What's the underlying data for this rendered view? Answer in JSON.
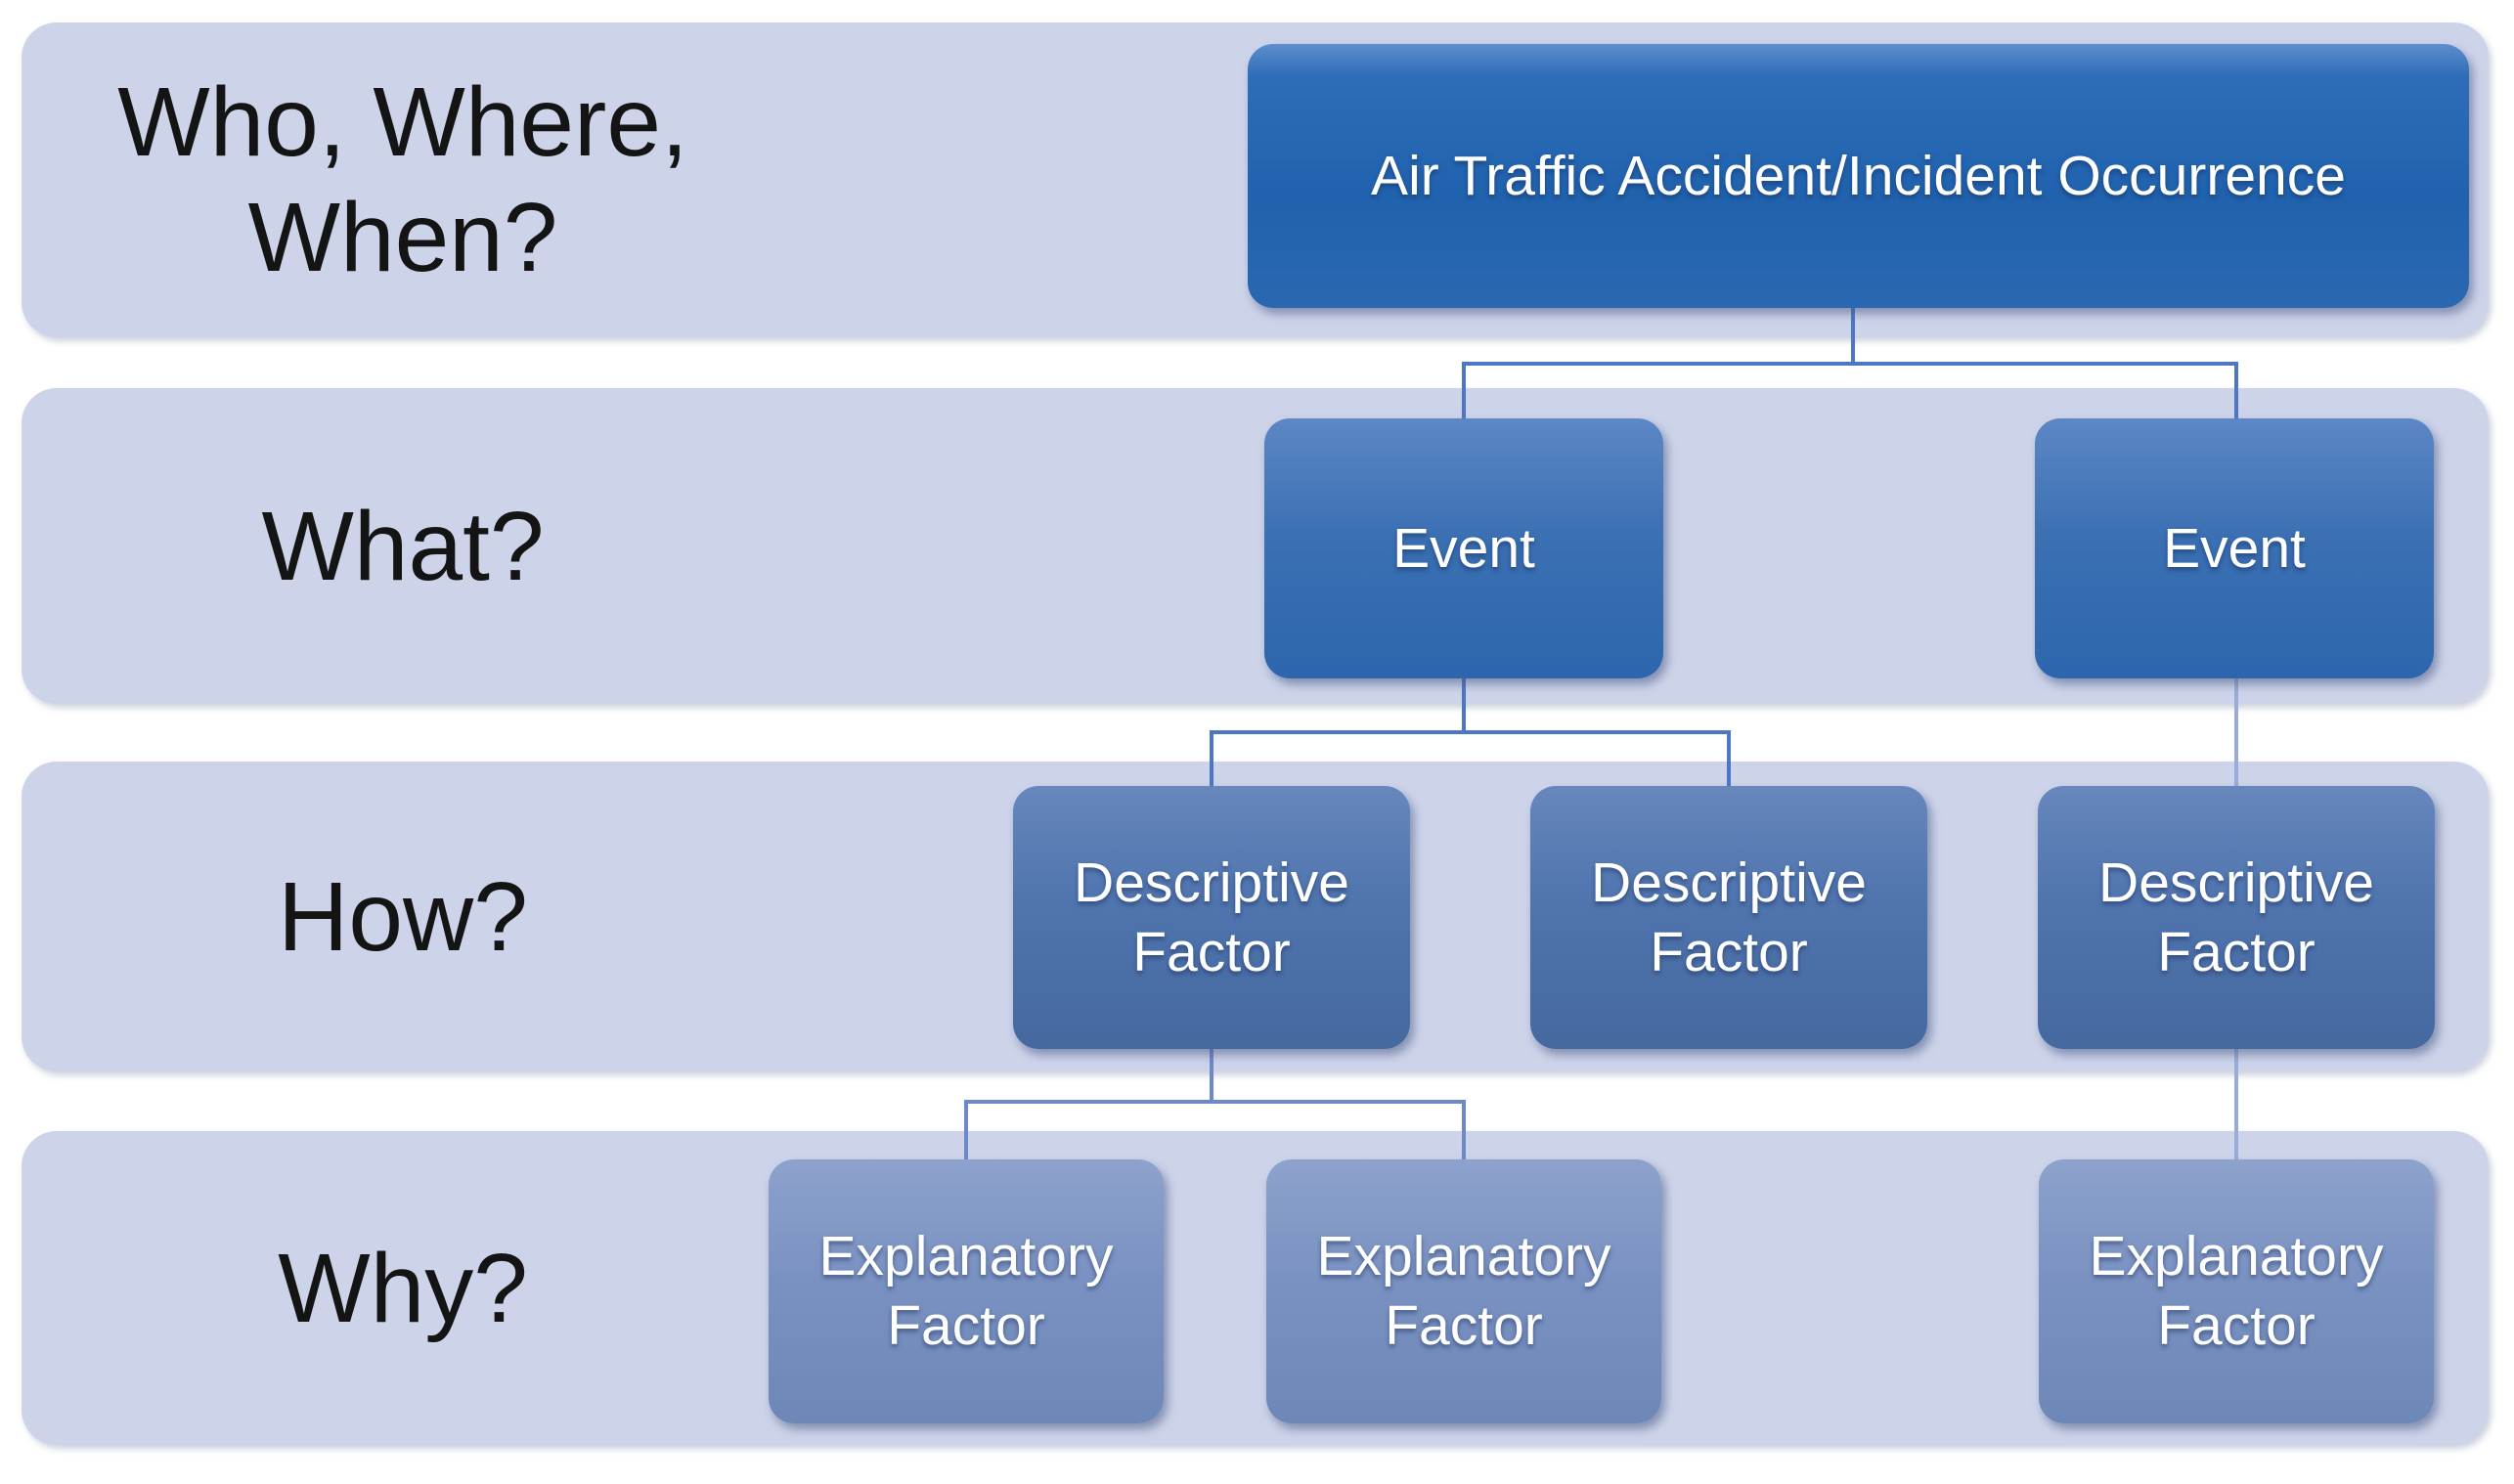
{
  "rows": [
    {
      "question": "Who, Where,\nWhen?"
    },
    {
      "question": "What?"
    },
    {
      "question": "How?"
    },
    {
      "question": "Why?"
    }
  ],
  "nodes": {
    "root": "Air Traffic Accident/Incident Occurrence",
    "event_1": "Event",
    "event_2": "Event",
    "descriptive_1": "Descriptive Factor",
    "descriptive_2": "Descriptive Factor",
    "descriptive_3": "Descriptive Factor",
    "explanatory_1": "Explanatory Factor",
    "explanatory_2": "Explanatory Factor",
    "explanatory_3": "Explanatory Factor"
  },
  "colors": {
    "band_background": "#cdd4ea",
    "root_box": "#2163ae",
    "event_box": "#2f67ae",
    "descriptive_box": "#4f74ae",
    "explanatory_box": "#7b93c1",
    "connector": "#4d77c4",
    "connector_light": "#97acd8",
    "label_text": "#141414",
    "box_text": "#ffffff",
    "page_background": "#ffffff"
  }
}
